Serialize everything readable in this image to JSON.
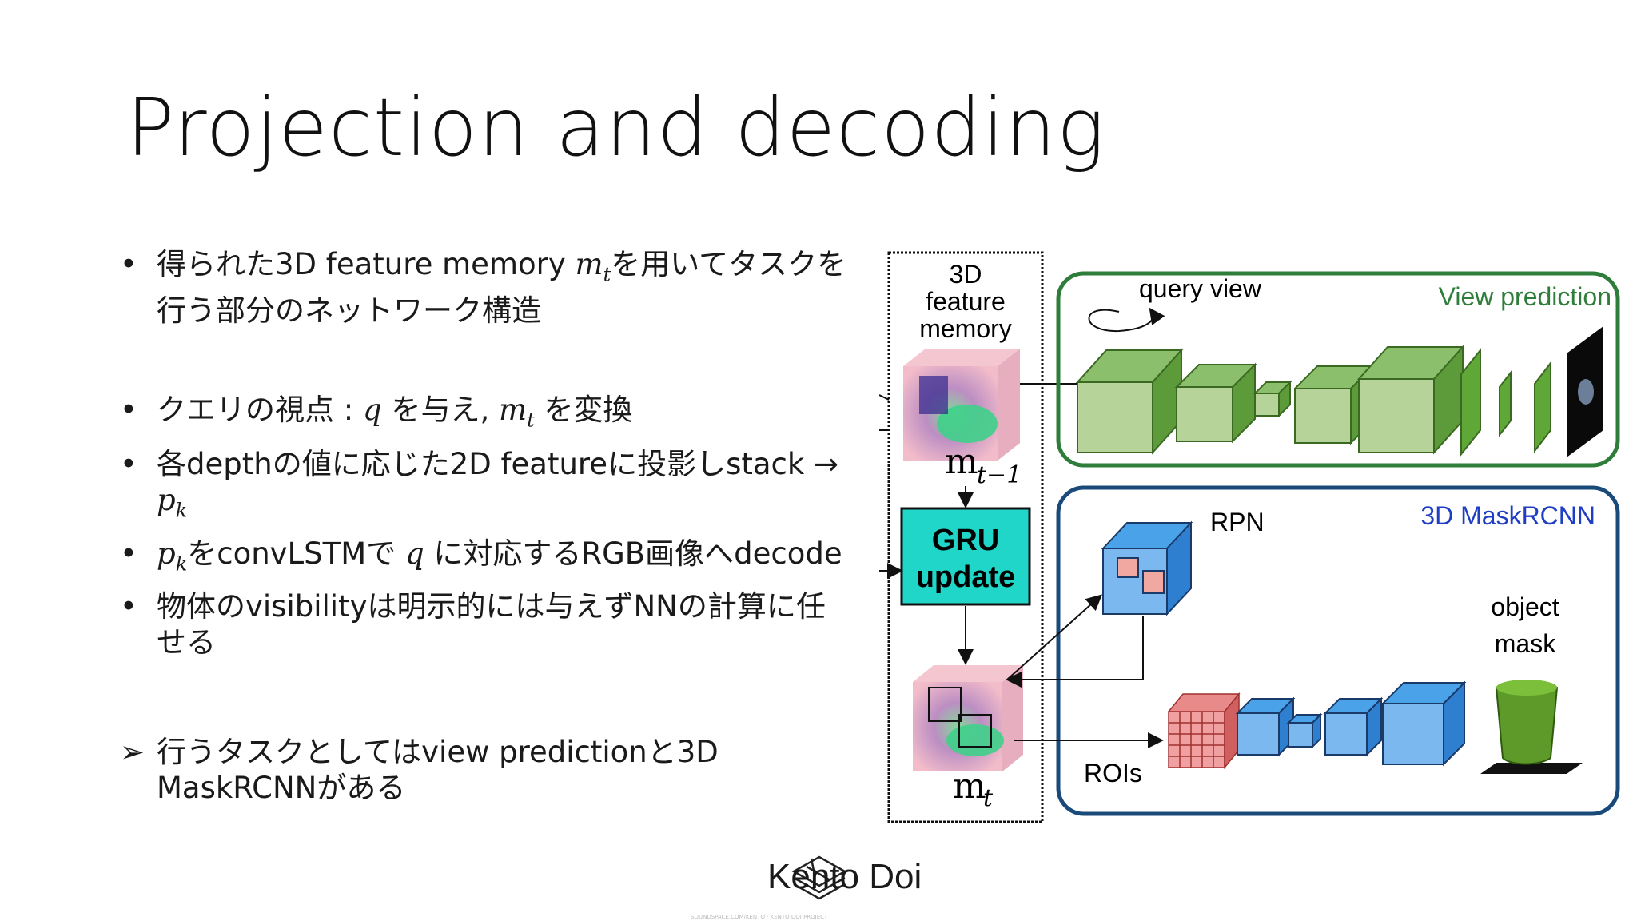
{
  "title": "Projection and decoding",
  "bullets": [
    {
      "marker": "•",
      "text_a": "得られた3D feature memory ",
      "math1": "m",
      "math1_sub": "t",
      "text_b": "を用いてタスクを",
      "line2": "行う部分のネットワーク構造"
    },
    {
      "marker": "•",
      "text_a": "クエリの視点 : ",
      "math1": "q",
      "text_b": " を与え, ",
      "math2": "m",
      "math2_sub": "t",
      "text_c": " を変換"
    },
    {
      "marker": "•",
      "text_a": "各depthの値に応じた2D featureに投影しstack →",
      "math1": "p",
      "math1_sub": "k"
    },
    {
      "marker": "•",
      "math1": "p",
      "math1_sub": "k",
      "text_a": "をconvLSTMで ",
      "math2": "q",
      "text_b": " に対応するRGB画像へdecode"
    },
    {
      "marker": "•",
      "text_a": "物体のvisibilityは明示的には与えずNNの計算に任",
      "line2": "せる"
    },
    {
      "marker": "➢",
      "text_a": "行うタスクとしてはview predictionと3D",
      "line2": "MaskRCNNがある"
    }
  ],
  "diagram": {
    "feature_memory_label_1": "3D",
    "feature_memory_label_2": "feature",
    "feature_memory_label_3": "memory",
    "m_prev_label": "m",
    "m_prev_sub": "t−1",
    "gru_label_1": "GRU",
    "gru_label_2": "update",
    "m_label": "m",
    "m_sub": "t",
    "query_view_label": "query view",
    "view_prediction_label": "View prediction",
    "maskrcnn_label": "3D MaskRCNN",
    "rpn_label": "RPN",
    "object_mask_label_1": "object",
    "object_mask_label_2": "mask",
    "rois_label": "ROIs",
    "colors": {
      "view_pred_border": "#2f7d3a",
      "maskrcnn_border": "#1a4a7a",
      "maskrcnn_title": "#1f3ec4",
      "gru_fill": "#1fd6c8",
      "green_cube": "#b6d39a",
      "blue_cube": "#4aa3e8"
    }
  },
  "logo": {
    "name": "Kento Doi"
  },
  "footer_small": "SOUNDSPACE.COM/KENTO · KENTO DOI PROJECT"
}
